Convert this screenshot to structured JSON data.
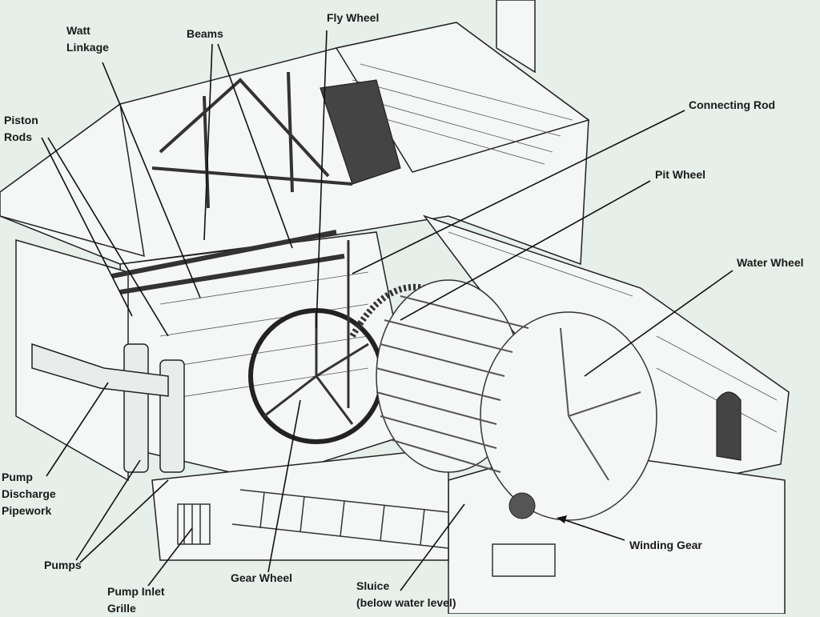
{
  "title": "Water-powered pumping mill cutaway",
  "labels": {
    "watt_linkage": [
      "Watt",
      "Linkage"
    ],
    "beams": "Beams",
    "fly_wheel": "Fly Wheel",
    "piston_rods": [
      "Piston",
      "Rods"
    ],
    "connecting_rod": "Connecting Rod",
    "pit_wheel": "Pit Wheel",
    "water_wheel": "Water Wheel",
    "pump_discharge": [
      "Pump",
      "Discharge",
      "Pipework"
    ],
    "pumps": "Pumps",
    "pump_inlet": [
      "Pump Inlet",
      "Grille"
    ],
    "gear_wheel": "Gear Wheel",
    "sluice": [
      "Sluice",
      "(below water level)"
    ],
    "winding_gear": "Winding Gear"
  },
  "colors": {
    "background": "#e6efe9",
    "ink": "#1a1a1a"
  }
}
